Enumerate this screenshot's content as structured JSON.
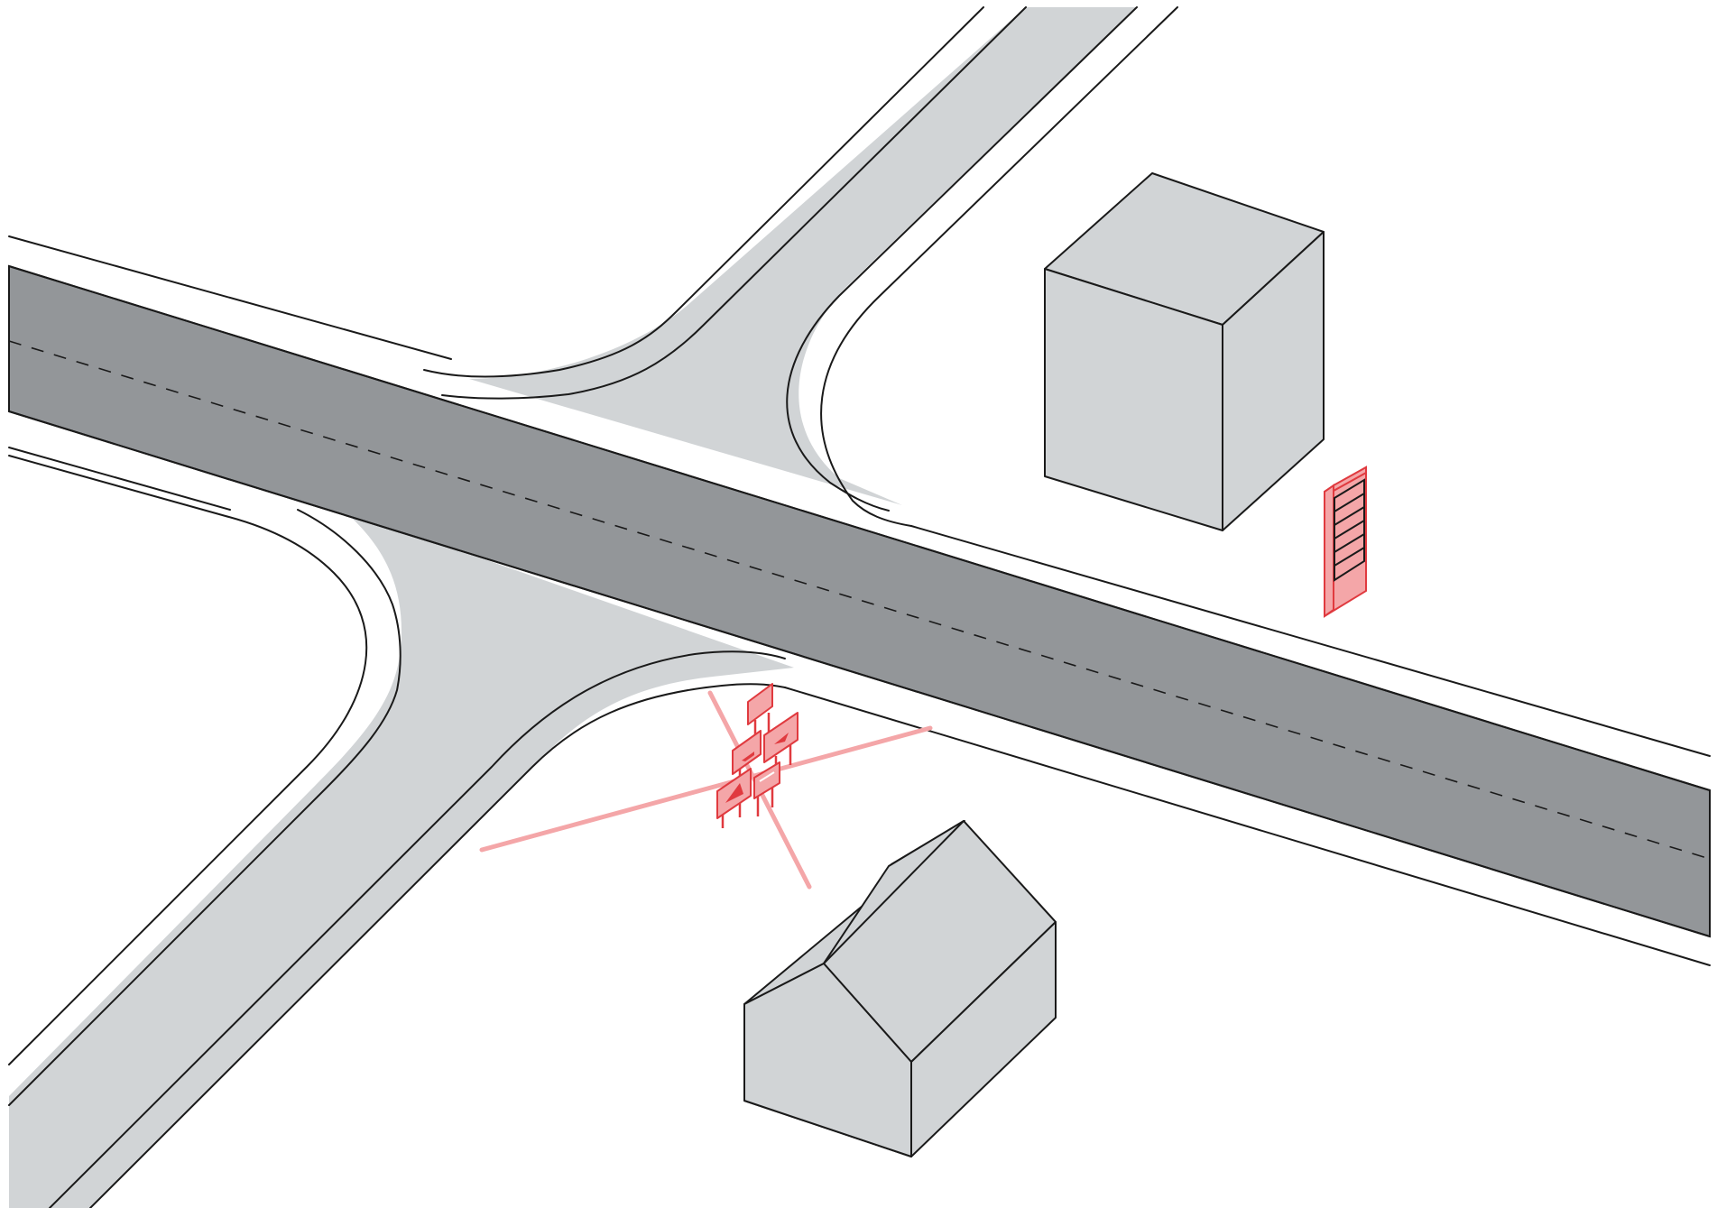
{
  "diagram": {
    "subject": "",
    "colors": {
      "road": "#939699",
      "paving": "#d1d4d6",
      "building": "#d1d4d6",
      "highlight": "#e03a3f",
      "highlight_fill": "#f4a6a8",
      "outline": "#1a1a1a"
    },
    "elements": [
      {
        "kind": "main-road",
        "icon": "road-icon"
      },
      {
        "kind": "side-road",
        "icon": "road-icon"
      },
      {
        "kind": "block-building",
        "icon": "box-icon"
      },
      {
        "kind": "house",
        "icon": "house-icon"
      },
      {
        "kind": "sign-cluster",
        "icon": "signpost-icon"
      },
      {
        "kind": "billboard",
        "icon": "billboard-icon"
      },
      {
        "kind": "sight-lines",
        "icon": "line-icon"
      }
    ]
  }
}
